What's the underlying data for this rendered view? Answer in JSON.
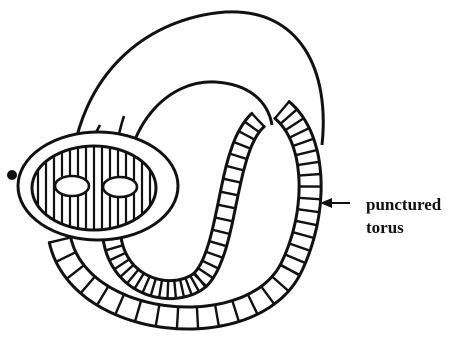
{
  "figure": {
    "annotation": {
      "line1": "punctured",
      "line2": "torus"
    },
    "colors": {
      "ink": "#111111",
      "background": "#ffffff"
    },
    "icons": [
      "arrow-left-icon",
      "base-point-dot"
    ]
  }
}
